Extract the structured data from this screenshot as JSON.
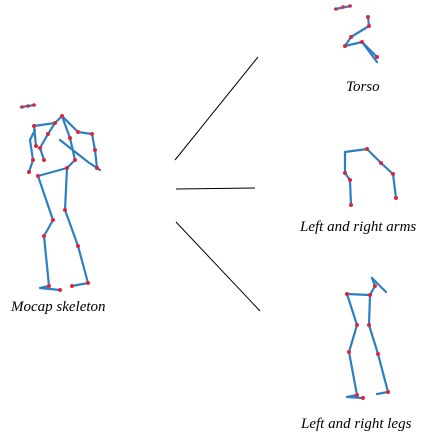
{
  "figure": {
    "labels": {
      "source": "Mocap skeleton",
      "torso": "Torso",
      "arms": "Left and right arms",
      "legs": "Left and right legs"
    },
    "colors": {
      "bone": "#2c7fc1",
      "joint": "#d9273f",
      "line": "#000000"
    }
  }
}
